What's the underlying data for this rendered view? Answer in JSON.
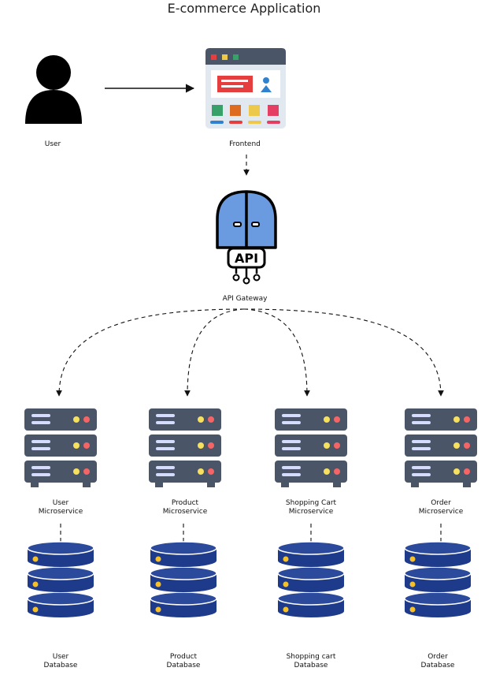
{
  "title": "E-commerce Application",
  "nodes": {
    "user": {
      "label": "User",
      "icon": "user-icon"
    },
    "frontend": {
      "label": "Frontend",
      "icon": "browser-window-icon"
    },
    "gateway": {
      "label": "API Gateway",
      "icon": "api-gateway-door-icon",
      "badge": "API"
    },
    "services": [
      {
        "key": "user",
        "lines": [
          "User",
          "Microservice"
        ],
        "icon": "server-rack-icon"
      },
      {
        "key": "product",
        "lines": [
          "Product",
          "Microservice"
        ],
        "icon": "server-rack-icon"
      },
      {
        "key": "cart",
        "lines": [
          "Shopping Cart",
          "Microservice"
        ],
        "icon": "server-rack-icon"
      },
      {
        "key": "order",
        "lines": [
          "Order",
          "Microservice"
        ],
        "icon": "server-rack-icon"
      }
    ],
    "databases": [
      {
        "key": "user",
        "lines": [
          "User",
          "Database"
        ],
        "icon": "database-icon"
      },
      {
        "key": "product",
        "lines": [
          "Product",
          "Database"
        ],
        "icon": "database-icon"
      },
      {
        "key": "cart",
        "lines": [
          "Shopping cart",
          "Database"
        ],
        "icon": "database-icon"
      },
      {
        "key": "order",
        "lines": [
          "Order",
          "Database"
        ],
        "icon": "database-icon"
      }
    ]
  },
  "edges": [
    {
      "from": "user",
      "to": "frontend",
      "style": "solid"
    },
    {
      "from": "frontend",
      "to": "gateway",
      "style": "dashed"
    },
    {
      "from": "gateway",
      "to": "user-microservice",
      "style": "dashed"
    },
    {
      "from": "gateway",
      "to": "product-microservice",
      "style": "dashed"
    },
    {
      "from": "gateway",
      "to": "shopping-cart-microservice",
      "style": "dashed"
    },
    {
      "from": "gateway",
      "to": "order-microservice",
      "style": "dashed"
    },
    {
      "from": "user-microservice",
      "to": "user-database",
      "style": "dashed"
    },
    {
      "from": "product-microservice",
      "to": "product-database",
      "style": "dashed"
    },
    {
      "from": "shopping-cart-microservice",
      "to": "shopping-cart-database",
      "style": "dashed"
    },
    {
      "from": "order-microservice",
      "to": "order-database",
      "style": "dashed"
    }
  ],
  "colors": {
    "server_body": "#4a5568",
    "server_slot": "#d6dcff",
    "led_yellow": "#f6e05e",
    "led_red": "#f56565",
    "db_body": "#1e3a8a",
    "db_top": "#2c4a9c",
    "db_led": "#f6c026",
    "browser_bar": "#4a5568",
    "browser_body": "#e2e8f0",
    "door_blue": "#6a9be0",
    "accent_red": "#e53e3e",
    "accent_green": "#38a169",
    "accent_orange": "#dd6b20",
    "accent_yellow": "#ecc94b",
    "accent_crimson": "#e53e63",
    "accent_blue": "#3182ce"
  }
}
